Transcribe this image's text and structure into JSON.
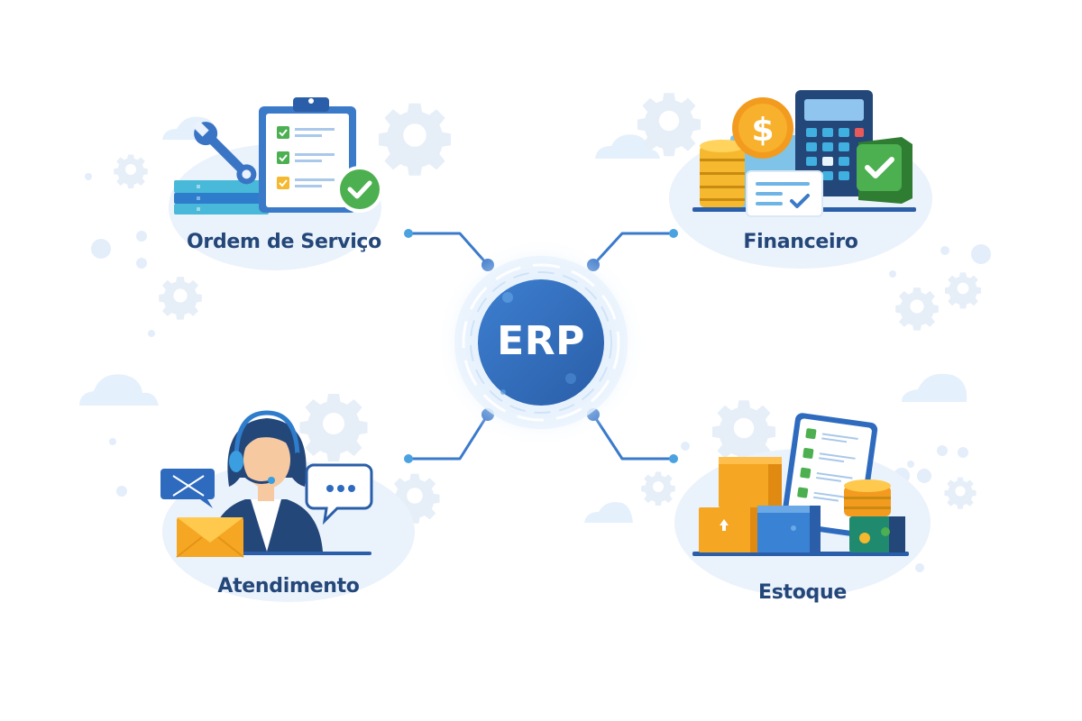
{
  "diagram": {
    "type": "hub-and-spoke",
    "center": {
      "label": "ERP",
      "color": "#2f6bbf"
    },
    "modules": [
      {
        "id": "ordem-de-servico",
        "label": "Ordem de Serviço",
        "position": "top-left",
        "illustration": "clipboard-checklist-wrench"
      },
      {
        "id": "financeiro",
        "label": "Financeiro",
        "position": "top-right",
        "illustration": "calculator-coins-dollar"
      },
      {
        "id": "atendimento",
        "label": "Atendimento",
        "position": "bottom-left",
        "illustration": "support-agent-headset"
      },
      {
        "id": "estoque",
        "label": "Estoque",
        "position": "bottom-right",
        "illustration": "boxes-checklist-coins"
      }
    ],
    "connections": [
      {
        "from": "ERP",
        "to": "ordem-de-servico"
      },
      {
        "from": "ERP",
        "to": "financeiro"
      },
      {
        "from": "ERP",
        "to": "atendimento"
      },
      {
        "from": "ERP",
        "to": "estoque"
      }
    ]
  },
  "colors": {
    "label_text": "#24477a",
    "hub_blue": "#2f6bbf",
    "connector": "#3a7acb",
    "connector_dot_outer": "#4aa3e0",
    "blob_bg": "#e8f1fb",
    "decor": "#e6eef8",
    "accent_green": "#4caf50",
    "accent_orange": "#f5a623"
  }
}
